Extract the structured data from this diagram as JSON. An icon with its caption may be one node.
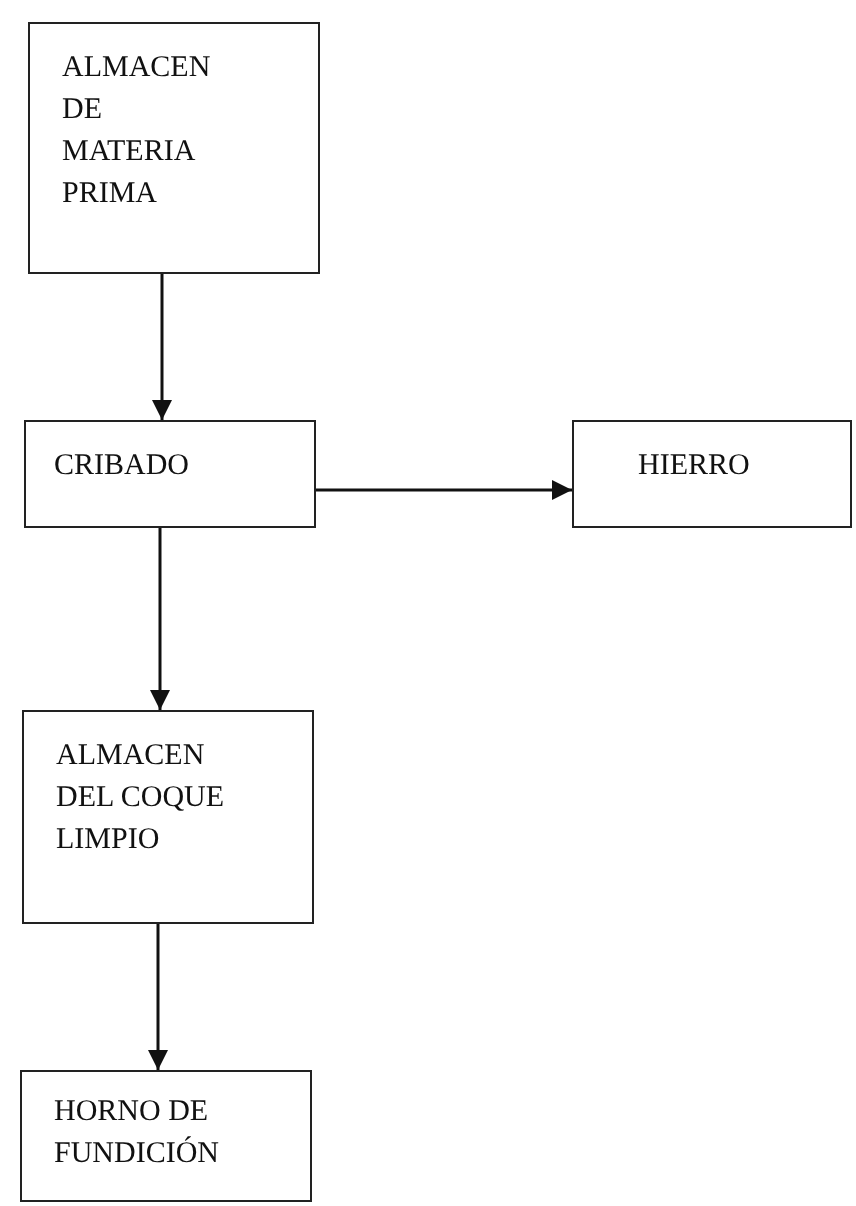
{
  "diagram": {
    "nodes": [
      {
        "text": [
          "ALMACEN DE MATERIA PRIMA"
        ]
      },
      {
        "text": [
          "CRIBADO"
        ]
      },
      {
        "text": [
          "HIERRO"
        ]
      },
      {
        "text": [
          "ALMACEN DEL COQUE LIMPIO"
        ]
      },
      {
        "text": [
          "HORNO DE FUNDICIÓN"
        ]
      }
    ],
    "edges": [
      {
        "from": 0,
        "to": 1,
        "arrow": "to"
      },
      {
        "from": 1,
        "to": 2,
        "arrow": "to"
      },
      {
        "from": 1,
        "to": 3,
        "arrow": "to"
      },
      {
        "from": 3,
        "to": 4,
        "arrow": "to"
      }
    ]
  }
}
